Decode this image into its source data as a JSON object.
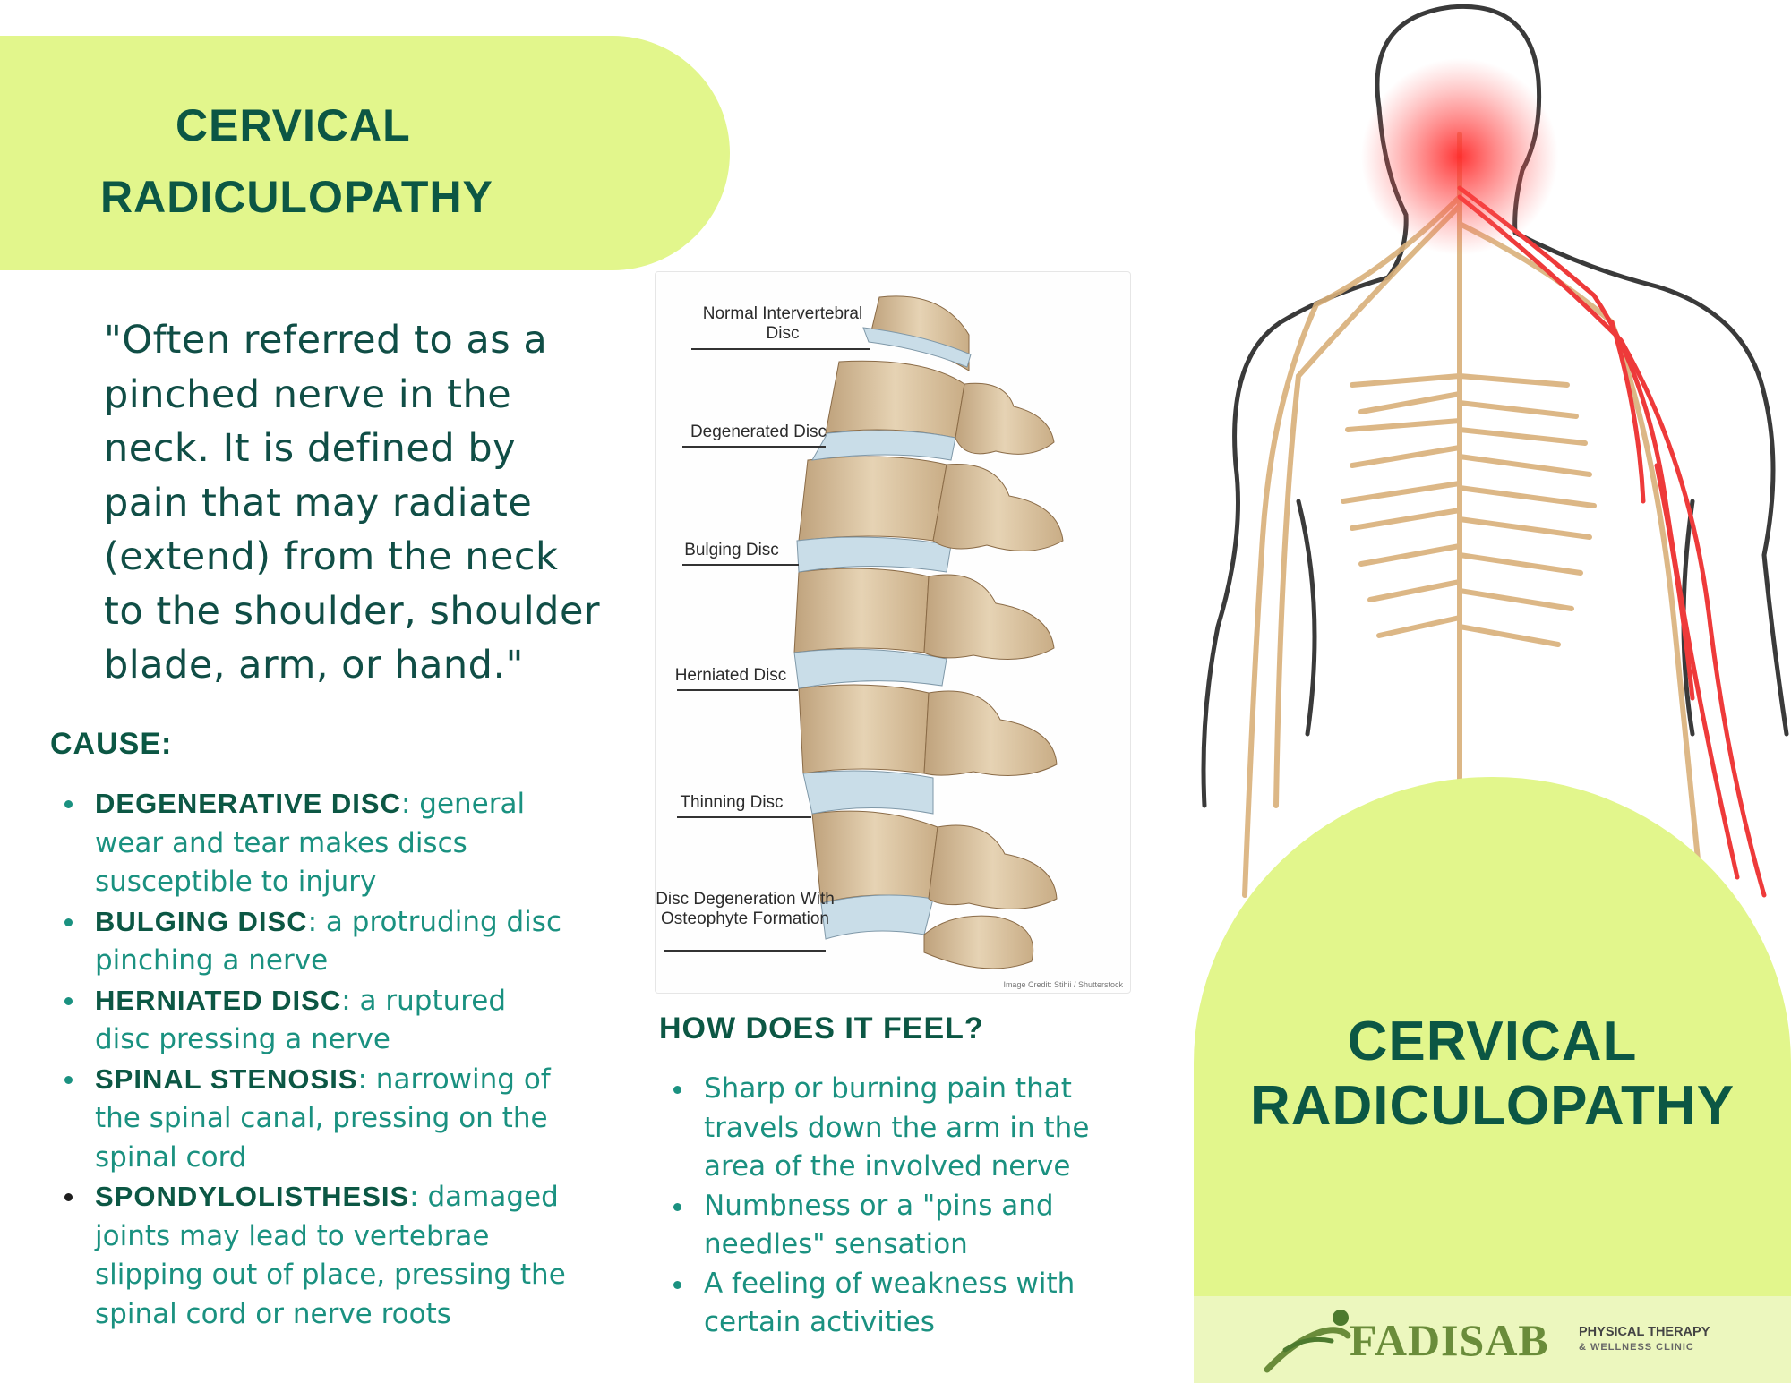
{
  "banner": {
    "title_line1": "CERVICAL",
    "title_line2": "RADICULOPATHY"
  },
  "quote": "\"Often referred to as a pinched nerve in the neck. It is defined by pain that may radiate (extend) from the neck to the shoulder, shoulder blade, arm, or hand.\"",
  "cause": {
    "heading": "CAUSE:",
    "items": [
      {
        "term": "DEGENERATIVE DISC",
        "desc": ": general wear and tear makes discs susceptible to injury"
      },
      {
        "term": "BULGING DISC",
        "desc": ": a protruding disc pinching a nerve"
      },
      {
        "term": "HERNIATED DISC",
        "desc": ": a ruptured disc pressing a nerve"
      },
      {
        "term": "SPINAL STENOSIS",
        "desc": ": narrowing of the spinal canal, pressing on the spinal cord"
      },
      {
        "term": "SPONDYLOLISTHESIS",
        "desc": ": damaged joints may lead to vertebrae slipping out of place, pressing the spinal cord or nerve roots"
      }
    ]
  },
  "spine_figure": {
    "labels": [
      "Normal Intervertebral Disc",
      "Degenerated Disc",
      "Bulging Disc",
      "Herniated Disc",
      "Thinning Disc",
      "Disc Degeneration With Osteophyte Formation"
    ],
    "credit": "Image Credit: Stihii / Shutterstock"
  },
  "feel": {
    "heading": "HOW DOES IT FEEL?",
    "items": [
      "Sharp or burning pain that travels down the arm in the area of the involved nerve",
      "Numbness or a \"pins and needles\" sensation",
      "A feeling of weakness with certain activities"
    ]
  },
  "arch": {
    "title_line1": "CERVICAL",
    "title_line2": "RADICULOPATHY"
  },
  "logo": {
    "wordmark": "FADISAB",
    "tagline1": "PHYSICAL THERAPY",
    "tagline2": "& WELLNESS CLINIC"
  },
  "colors": {
    "lime": "#e2f68c",
    "dark_green": "#0c5744",
    "teal": "#1a9180",
    "nerve_tan": "#d9b07a",
    "nerve_red": "#ee3a3a"
  }
}
